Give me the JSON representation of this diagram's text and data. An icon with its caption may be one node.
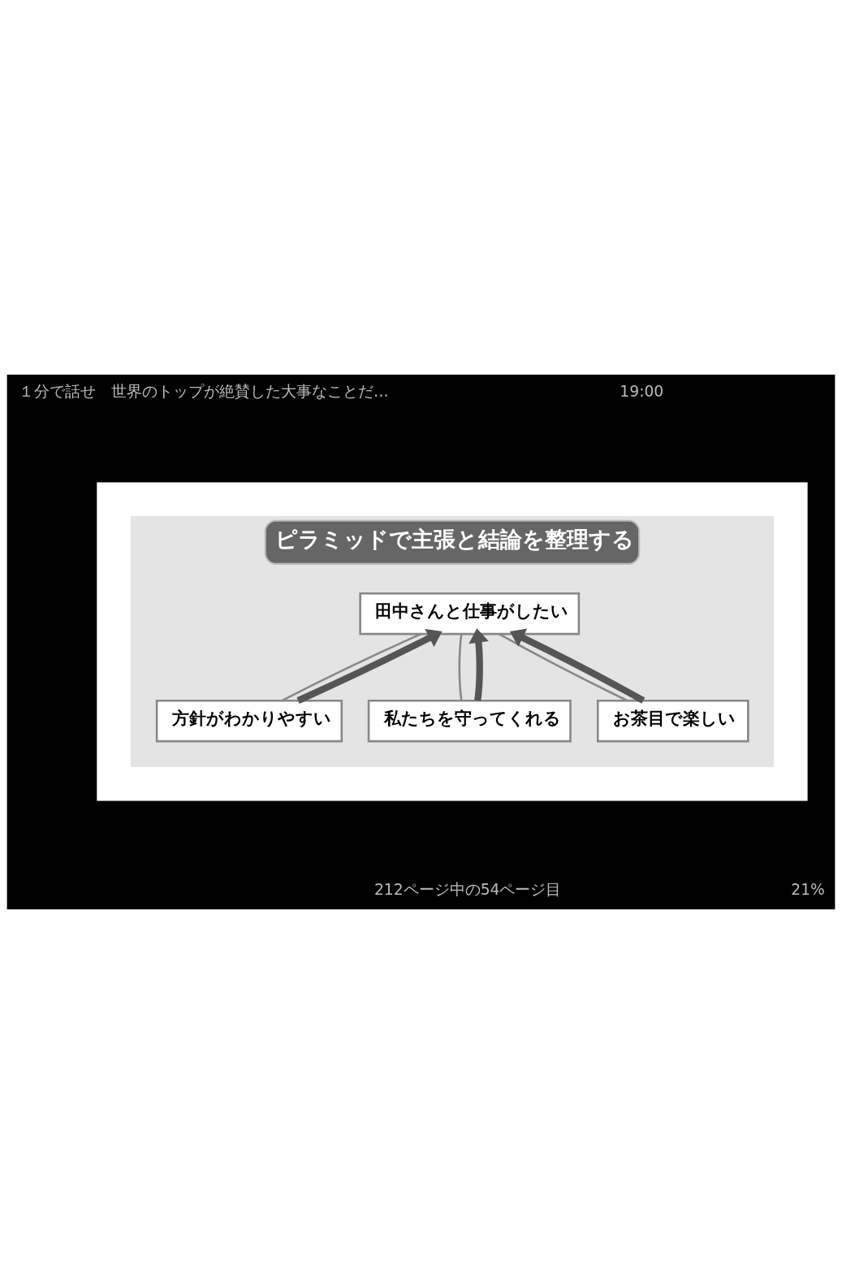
{
  "diagram": {
    "nodes": [
      {
        "text": [],
        "shape": "box"
      },
      {
        "text": [
          "ピラミッドで主張と結論を整理する"
        ],
        "in": 0
      },
      {
        "text": [
          "田中さんと仕事がしたい"
        ],
        "in": 1
      },
      {
        "text": [
          "方針がわかりやすい"
        ],
        "in": 1
      },
      {
        "text": [
          "私たちを守ってくれる"
        ],
        "in": 1
      },
      {
        "text": [
          "お茶目で楽しい"
        ],
        "in": 1
      }
    ],
    "edges": [
      {
        "from": 2,
        "to": 3,
        "arrow": "none"
      },
      {
        "from": 2,
        "to": 4,
        "arrow": "none"
      },
      {
        "from": 2,
        "to": 5,
        "arrow": "none"
      },
      {
        "from": 3,
        "to": 2,
        "arrow": "to",
        "style": "thick",
        "color": "#555555"
      },
      {
        "from": 4,
        "to": 2,
        "arrow": "to",
        "style": "thick",
        "color": "#555555"
      },
      {
        "from": 5,
        "to": 2,
        "arrow": "to",
        "style": "thick",
        "color": "#555555"
      }
    ],
    "labels": [
      "１分で話せ　世界のトップが絶賛した大事なことだ…",
      "19:00",
      "212ページ中の54ページ目",
      "21%"
    ]
  }
}
